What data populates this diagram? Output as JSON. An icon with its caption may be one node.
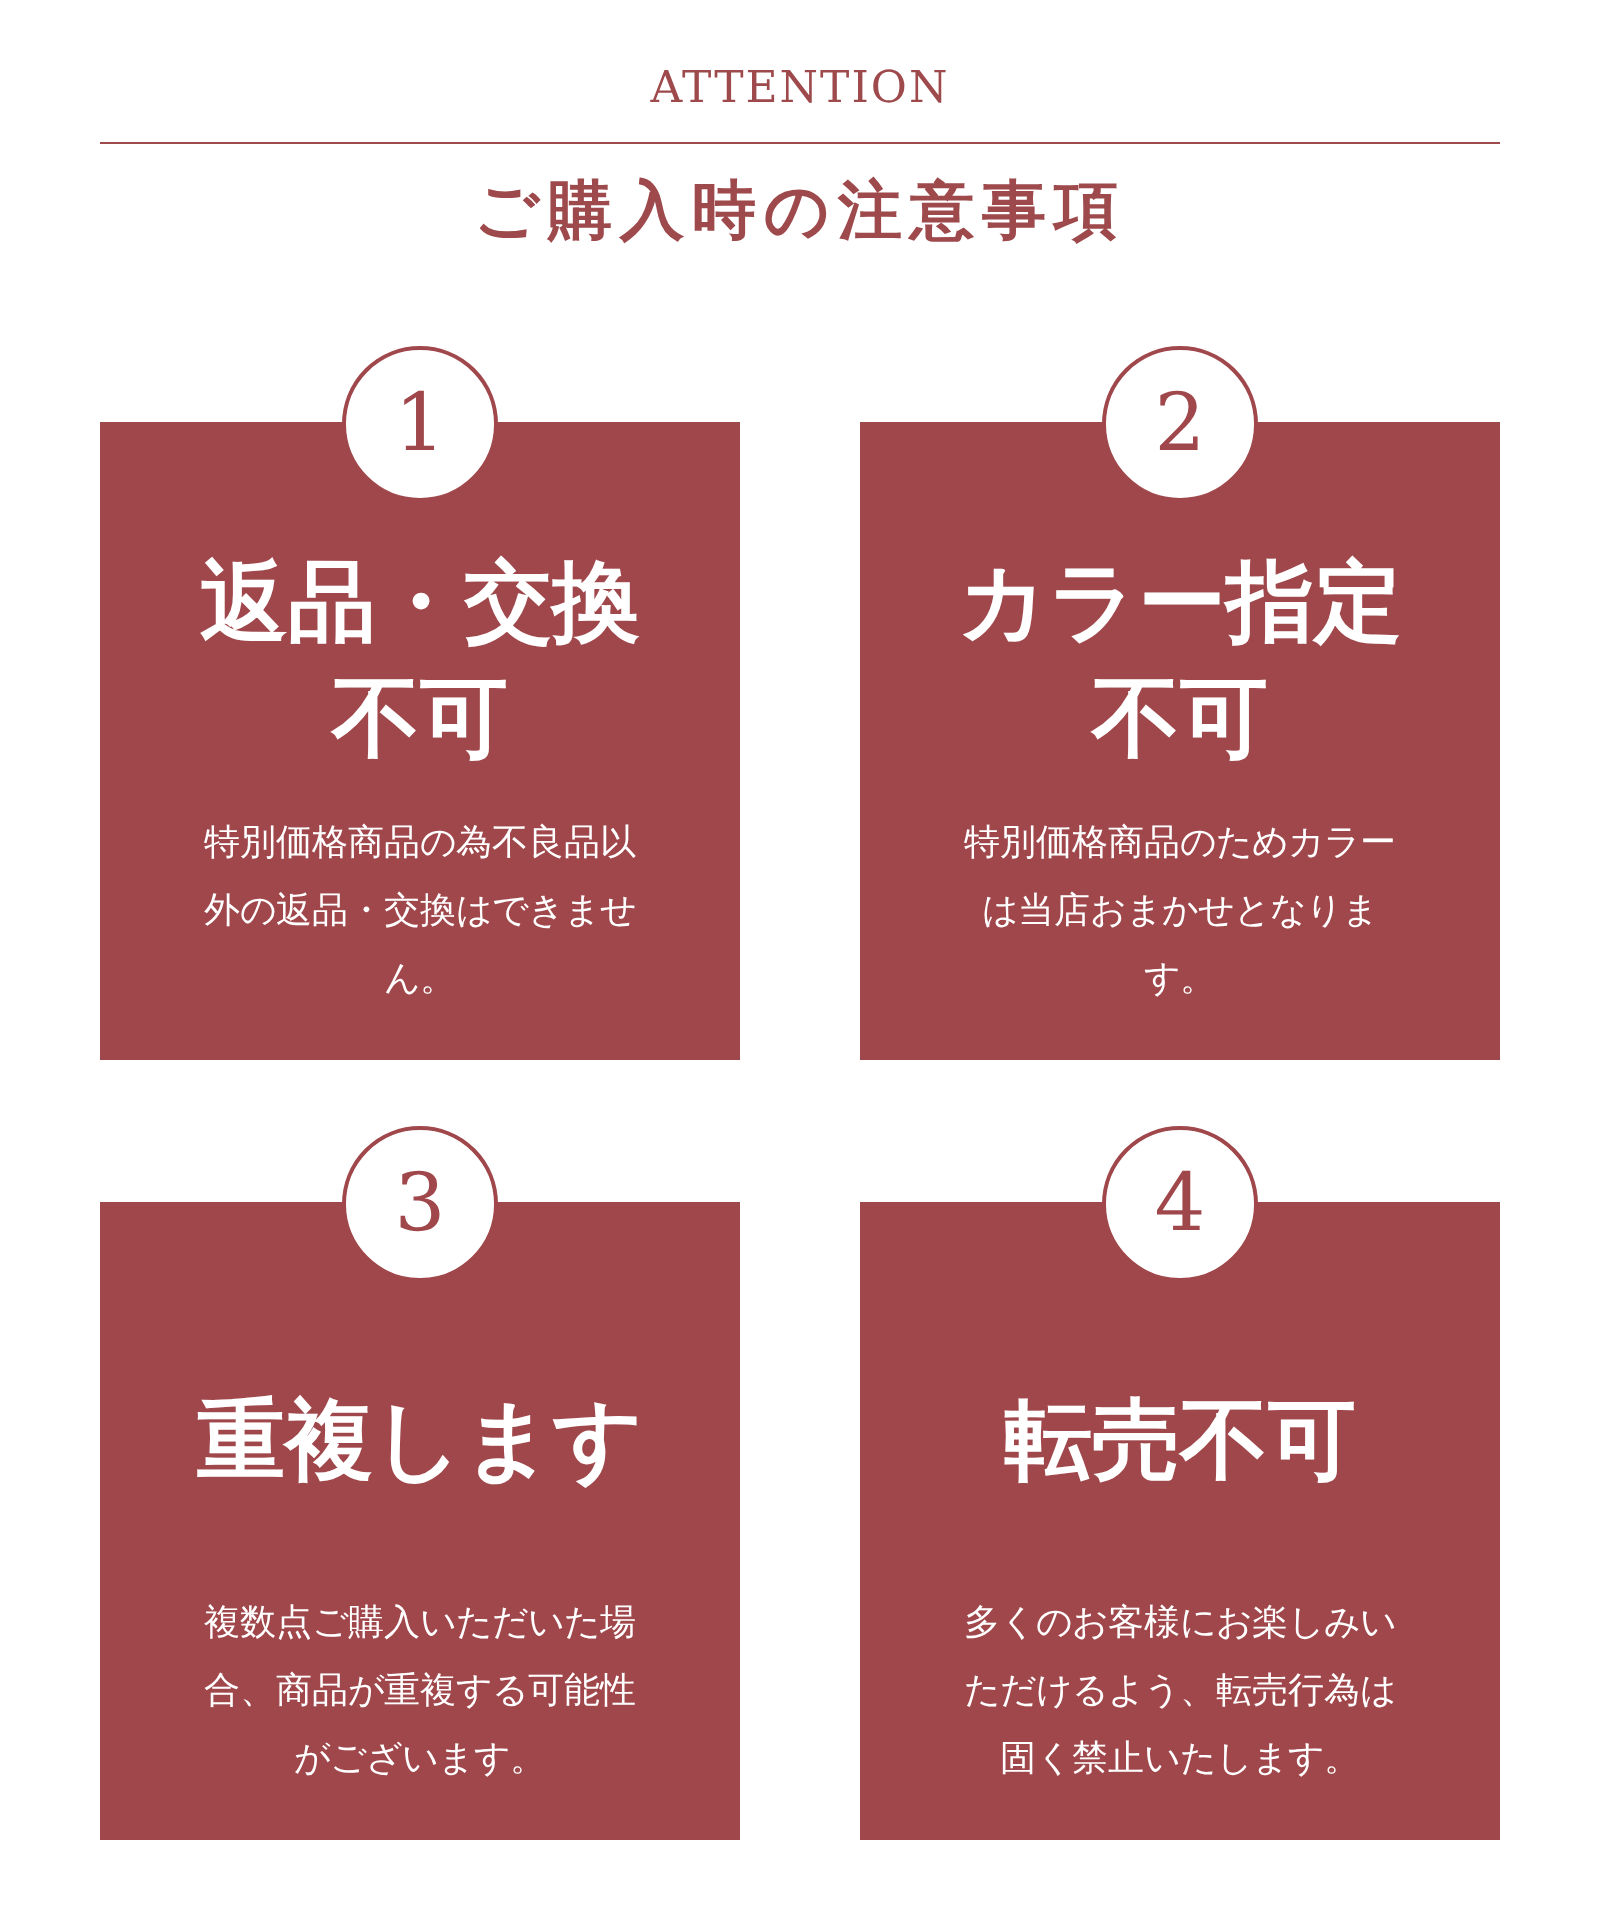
{
  "diagram": {
    "title": "ご購入時の注意事項",
    "nodes": [
      {
        "text": [
          "1"
        ]
      },
      {
        "text": [
          "返品・交換不可",
          "特別価格商品の為不良品以外の返品・交換はできません。"
        ]
      },
      {
        "text": [
          "2"
        ]
      },
      {
        "text": [
          "カラー指定不可",
          "特別価格商品のためカラーは当店おまかせとなります。"
        ]
      },
      {
        "text": [
          "3"
        ]
      },
      {
        "text": [
          "重複します",
          "複数点ご購入いただいた場合、商品が重複する可能性がございます。"
        ]
      },
      {
        "text": [
          "4"
        ]
      },
      {
        "text": [
          "転売不可",
          "多くのお客様にお楽しみいただけるよう、転売行為は固く禁止いたします。"
        ]
      }
    ],
    "labels": [
      "ATTENTION"
    ]
  }
}
